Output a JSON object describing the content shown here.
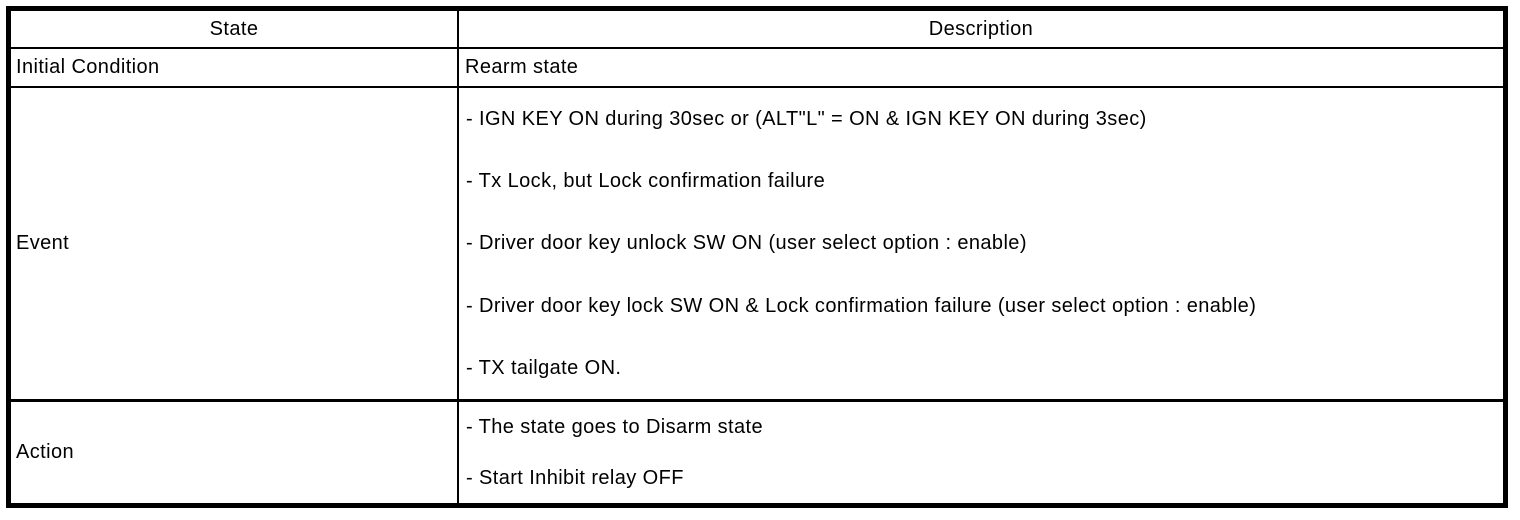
{
  "table": {
    "header": {
      "state": "State",
      "description": "Description"
    },
    "rows": {
      "initial_condition": {
        "state": "Initial Condition",
        "description": "Rearm state"
      },
      "event": {
        "state": "Event",
        "items": [
          "- IGN KEY ON during 30sec or (ALT\"L\" = ON & IGN KEY ON during 3sec)",
          "- Tx Lock, but Lock confirmation failure",
          "- Driver door key unlock SW ON (user select option : enable)",
          "- Driver door key lock SW ON & Lock confirmation failure (user select option : enable)",
          "- TX tailgate ON."
        ]
      },
      "action": {
        "state": "Action",
        "items": [
          "- The state goes to Disarm state",
          "- Start Inhibit relay OFF"
        ]
      }
    }
  },
  "colors": {
    "border": "#000000",
    "background": "#ffffff",
    "text": "#000000"
  }
}
